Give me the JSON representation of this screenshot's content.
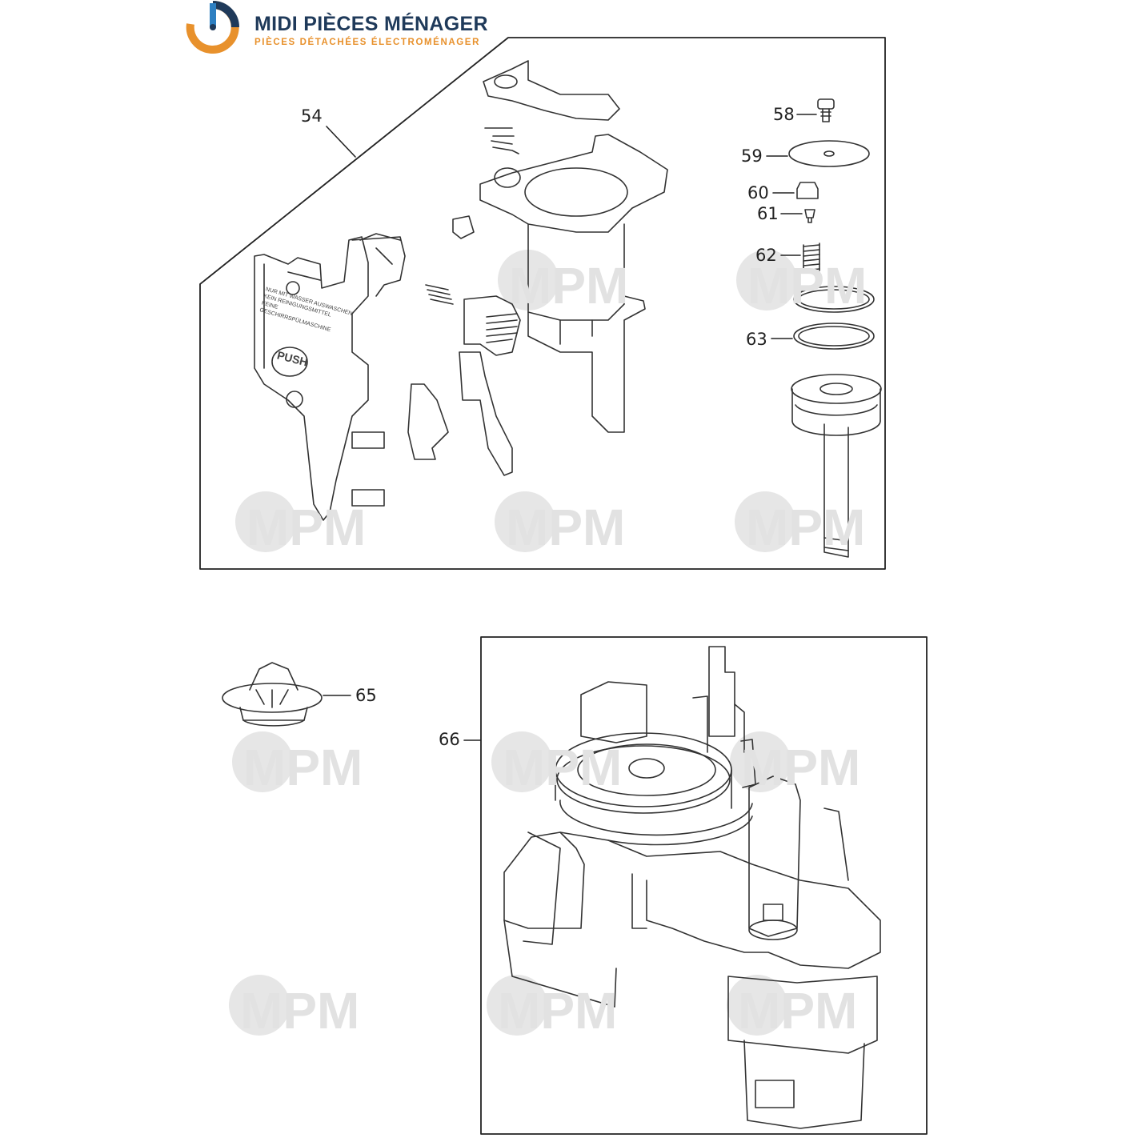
{
  "brand": {
    "name": "MIDI PIÈCES MÉNAGER",
    "tagline": "PIÈCES DÉTACHÉES ÉLECTROMÉNAGER",
    "colors": {
      "navy": "#1f3a5a",
      "blue": "#2d7fc1",
      "orange": "#e8912c"
    }
  },
  "watermark": {
    "text": "MPM",
    "color": "#d8d8d8"
  },
  "callouts": {
    "c54": "54",
    "c58": "58",
    "c59": "59",
    "c60": "60",
    "c61": "61",
    "c62": "62",
    "c63": "63",
    "c65": "65",
    "c66": "66"
  },
  "part_text": {
    "push": "PUSH",
    "warning_lines": [
      "NUR MIT WASSER AUSWASCHEN",
      "KEIN REINIGUNGSMITTEL",
      "KEINE",
      "GESCHIRRSPÜLMASCHINE"
    ]
  }
}
